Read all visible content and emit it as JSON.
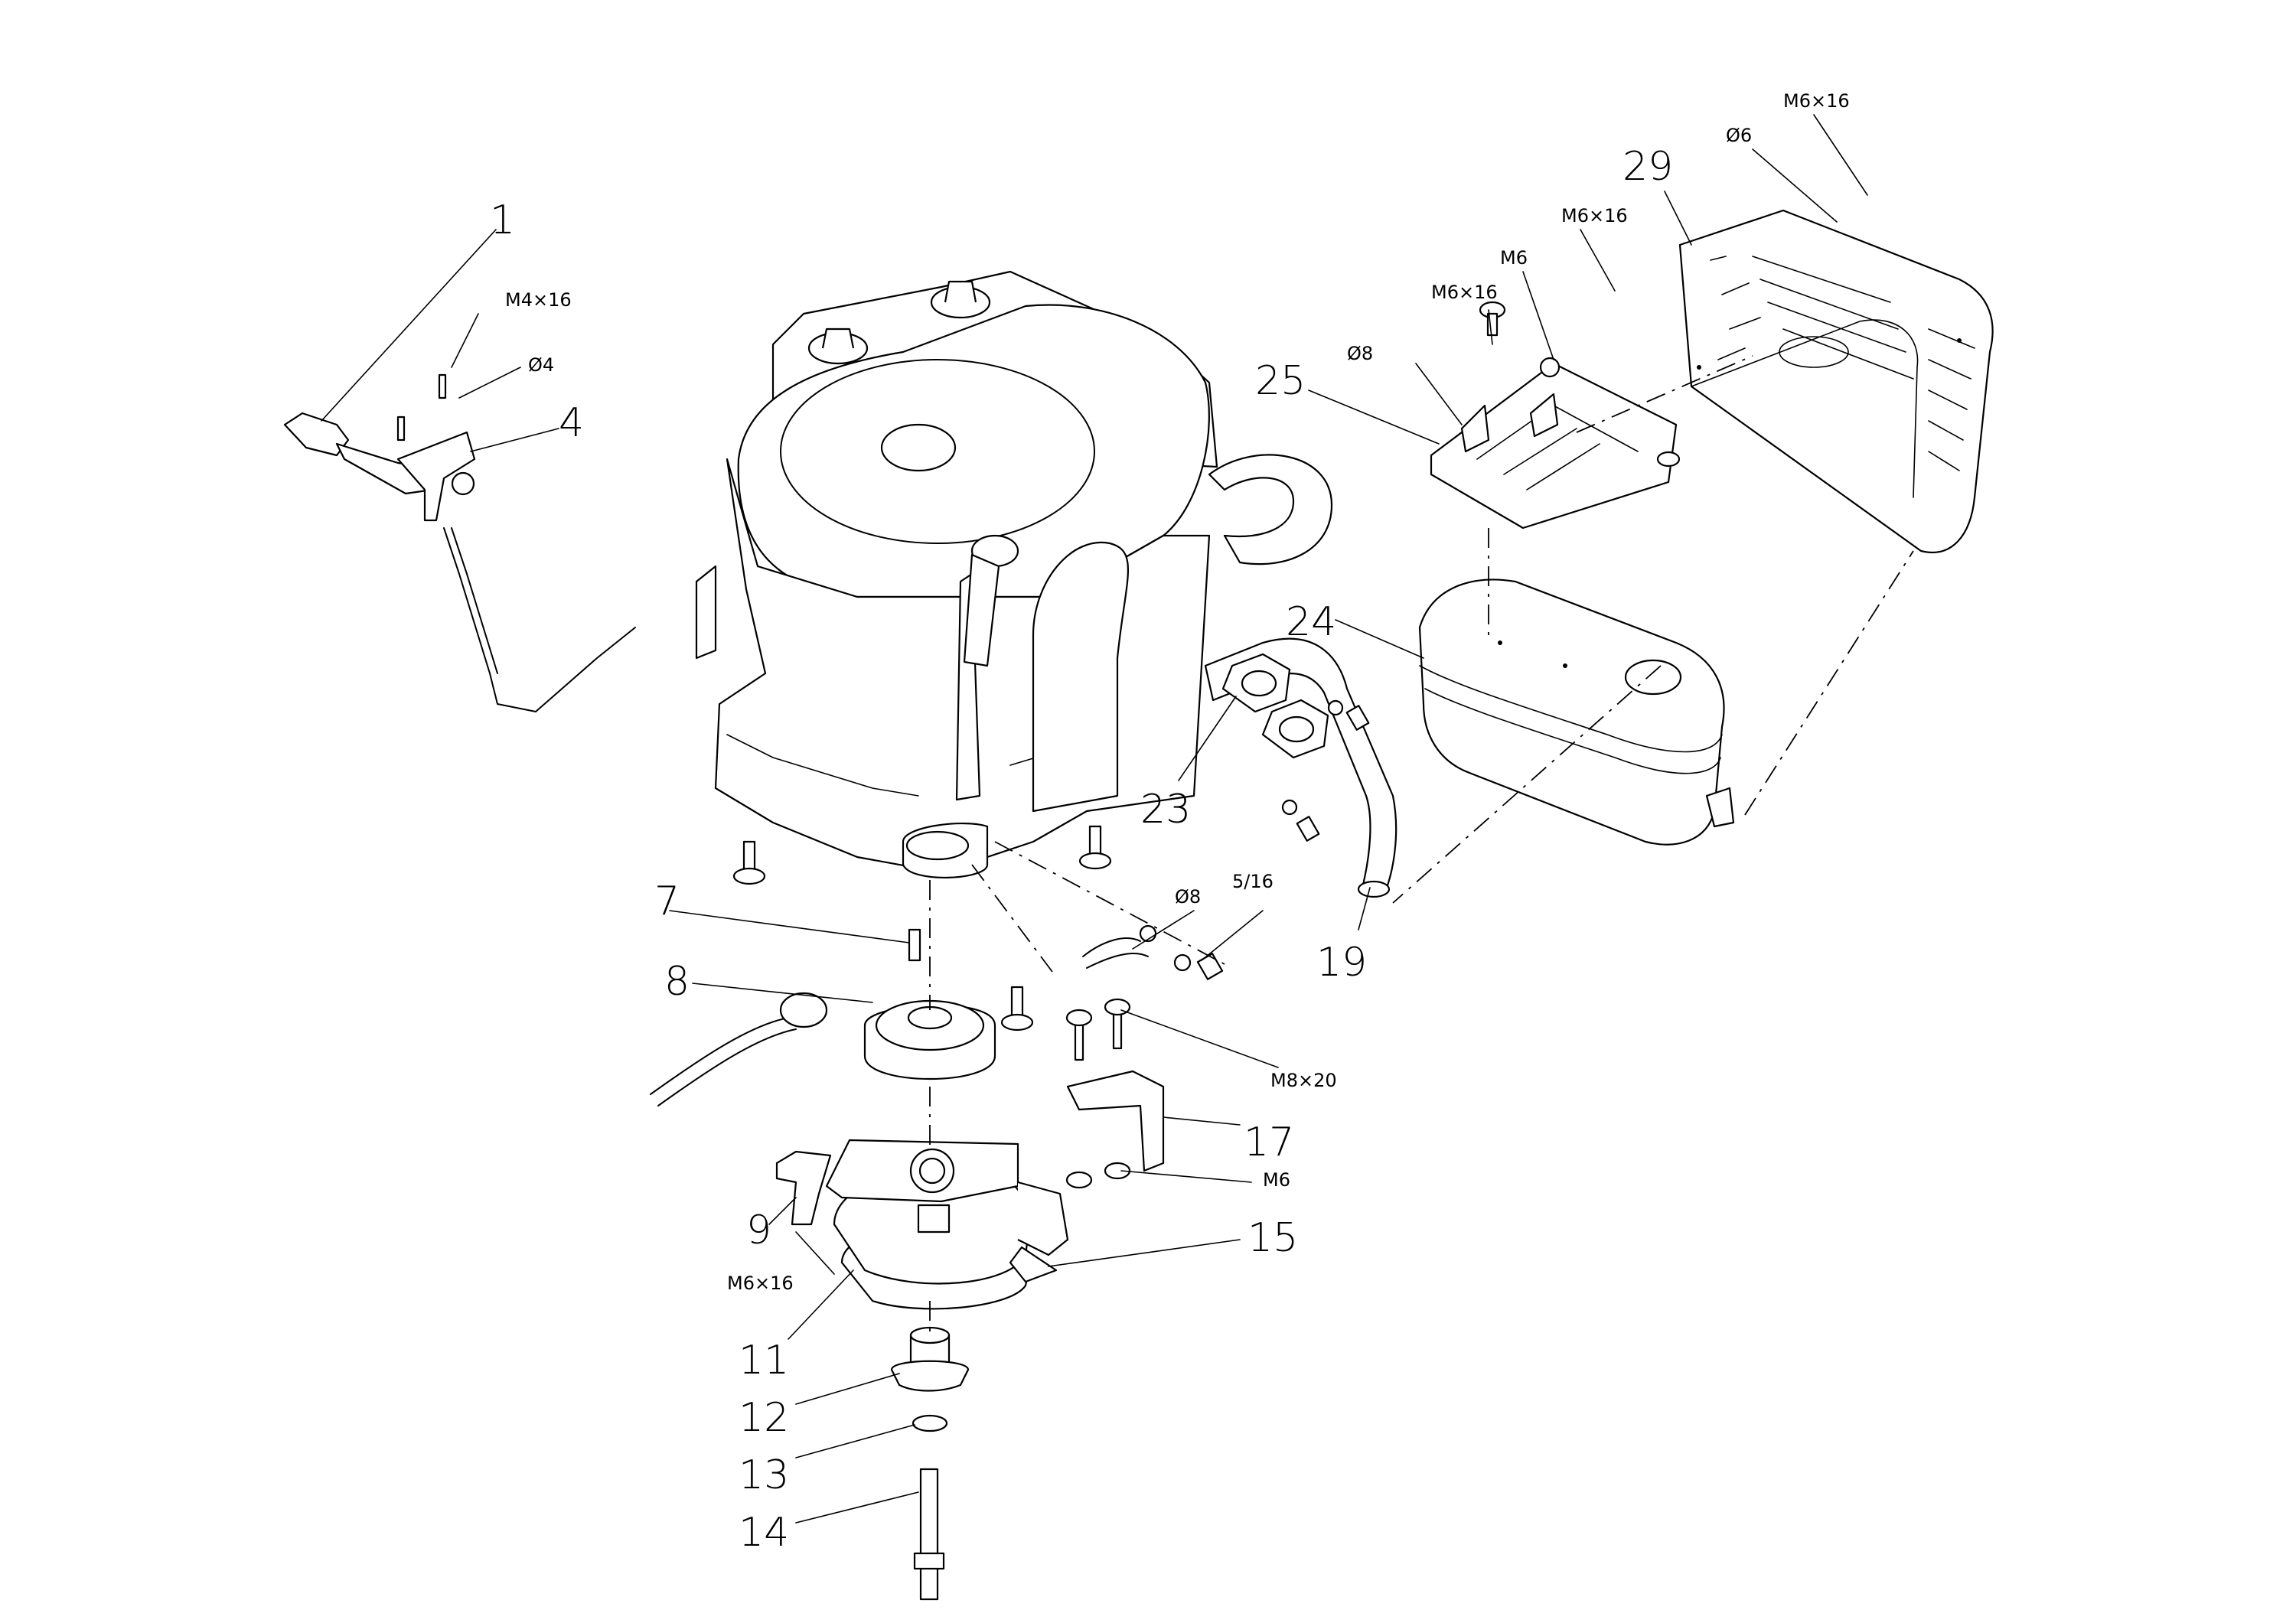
{
  "callouts": {
    "c1": "1",
    "c4": "4",
    "c7": "7",
    "c8": "8",
    "c9": "9",
    "c11": "11",
    "c12": "12",
    "c13": "13",
    "c14": "14",
    "c15": "15",
    "c17": "17",
    "c19": "19",
    "c23": "23",
    "c24": "24",
    "c25": "25",
    "c29": "29"
  },
  "specs": {
    "m4x16": "M4×16",
    "d4": "Ø4",
    "m6x16_top": "M6×16",
    "d6": "Ø6",
    "m6x16_mid": "M6×16",
    "m6_top": "M6",
    "m6x16_left": "M6×16",
    "d8_top": "Ø8",
    "d8_mid": "Ø8",
    "s516": "5/16",
    "m8x20": "M8×20",
    "m6_bottom": "M6",
    "m6x16_bottom": "M6×16"
  }
}
